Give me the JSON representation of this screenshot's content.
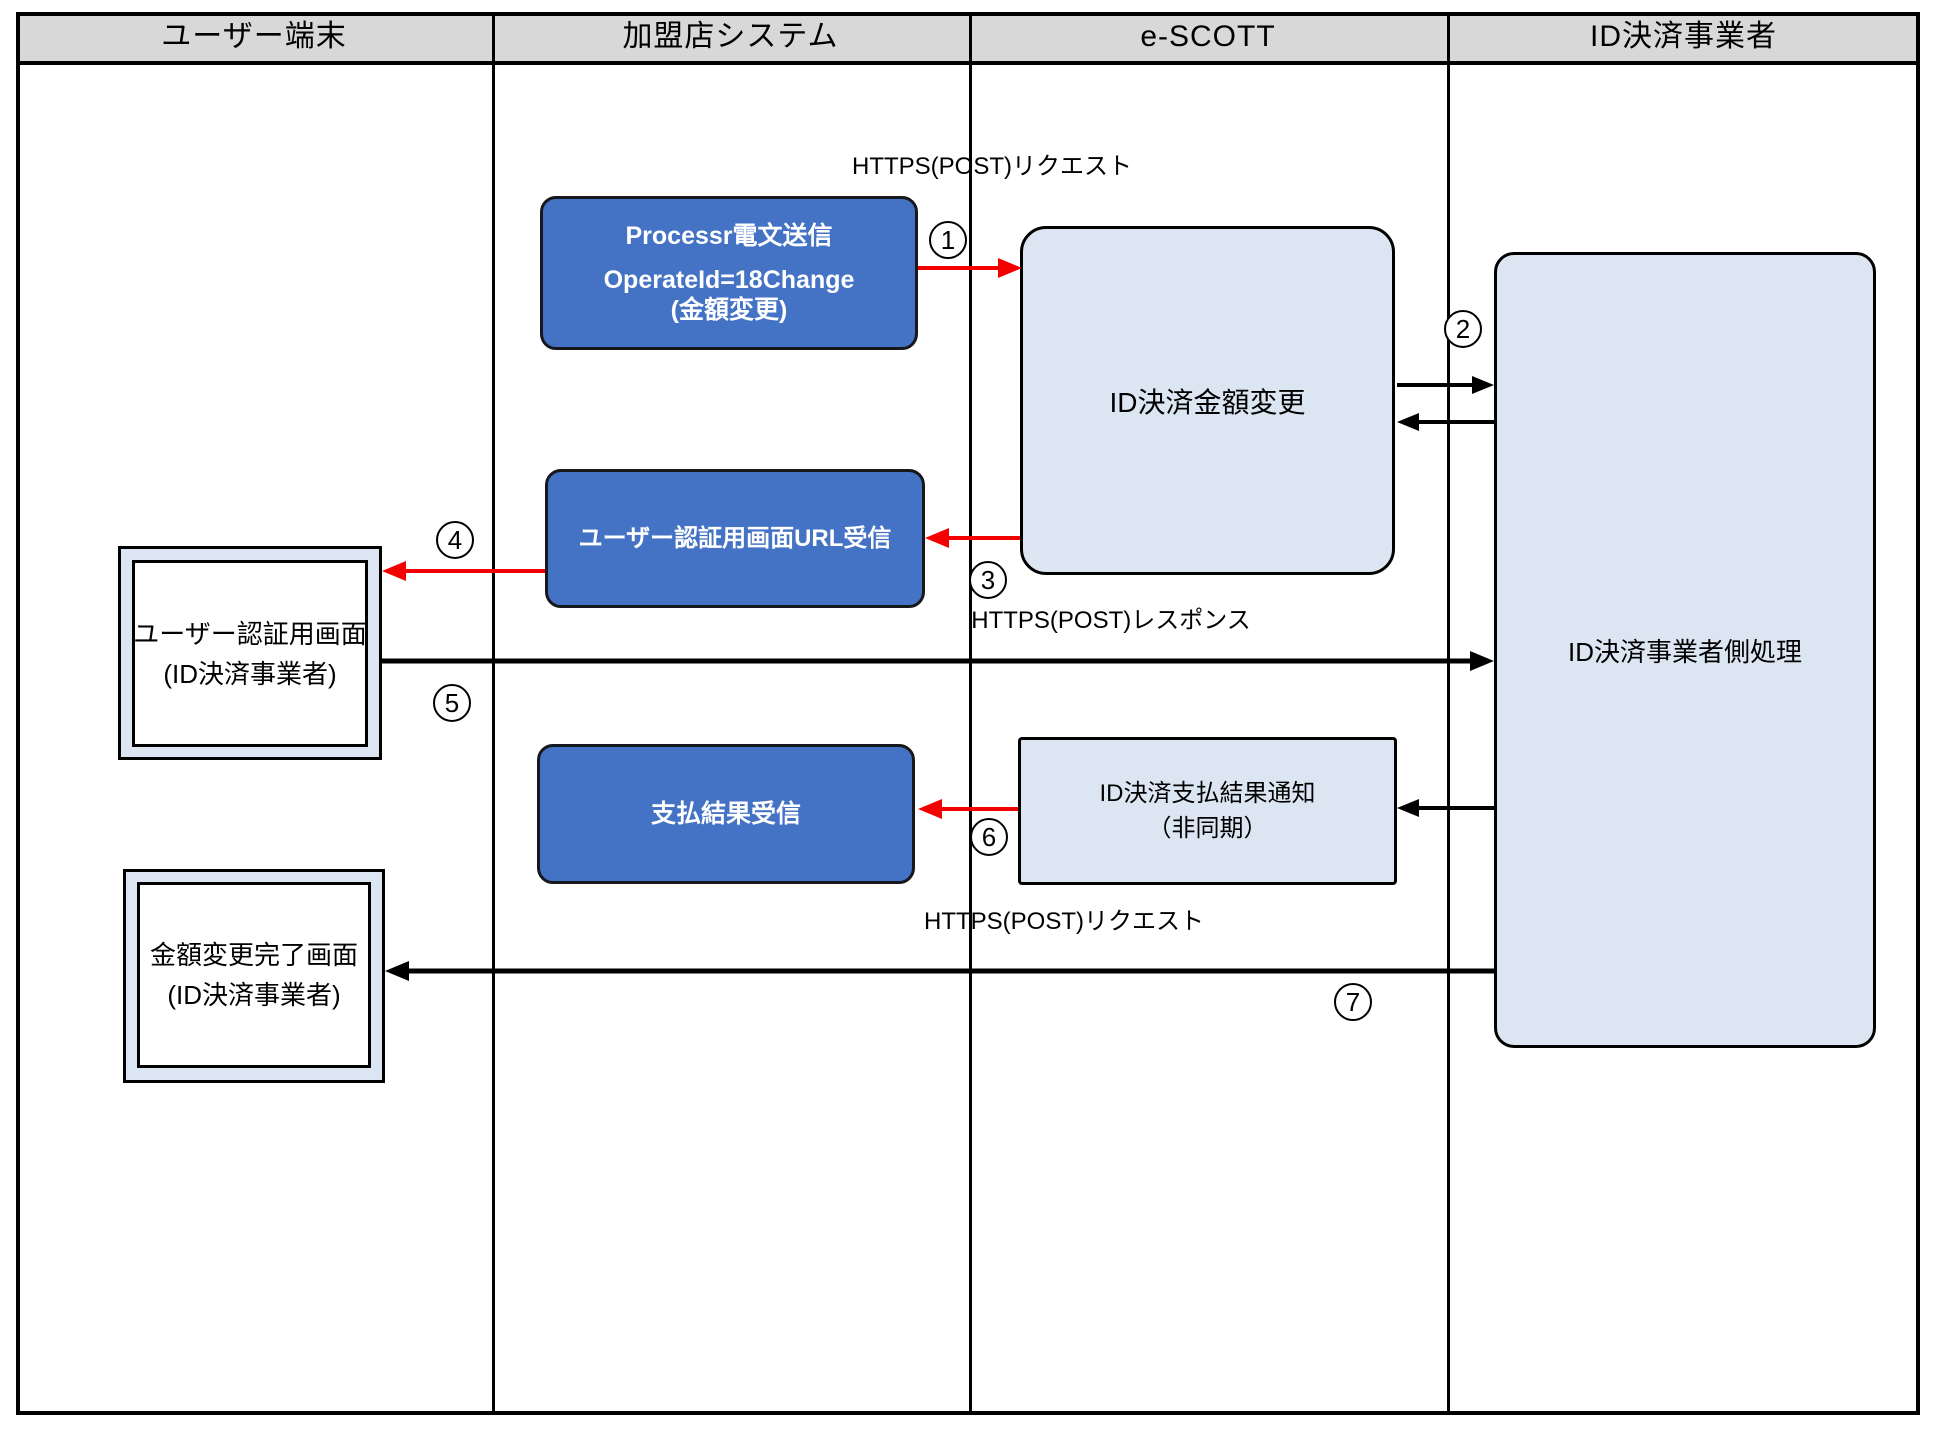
{
  "header": {
    "lanes": [
      {
        "label": "ユーザー端末"
      },
      {
        "label": "加盟店システム"
      },
      {
        "label": "e-SCOTT"
      },
      {
        "label": "ID決済事業者"
      }
    ]
  },
  "boxes": {
    "process_send": {
      "line1": "Processr電文送信",
      "line2": "OperateId=18Change",
      "line3": "(金額変更)"
    },
    "url_receive": {
      "label": "ユーザー認証用画面URL受信"
    },
    "pay_result_receive": {
      "label": "支払結果受信"
    },
    "id_amount_change": {
      "label": "ID決済金額変更"
    },
    "pay_result_notice": {
      "line1": "ID決済支払結果通知",
      "line2": "（非同期）"
    },
    "provider_side": {
      "label": "ID決済事業者側処理"
    },
    "user_auth_screen": {
      "line1": "ユーザー認証用画面",
      "line2": "(ID決済事業者)"
    },
    "amount_change_done_screen": {
      "line1": "金額変更完了画面",
      "line2": "(ID決済事業者)"
    }
  },
  "labels": {
    "https_post_request_top": "HTTPS(POST)リクエスト",
    "https_post_response": "HTTPS(POST)レスポンス",
    "https_post_request_bottom": "HTTPS(POST)リクエスト"
  },
  "steps": {
    "s1": "1",
    "s2": "2",
    "s3": "3",
    "s4": "4",
    "s5": "5",
    "s6": "6",
    "s7": "7"
  },
  "colors": {
    "accent_blue": "#4472C4",
    "light_blue": "#DBE6F2",
    "header_gray": "#D8D8D8",
    "arrow_red": "#F40000",
    "line_black": "#000000"
  }
}
